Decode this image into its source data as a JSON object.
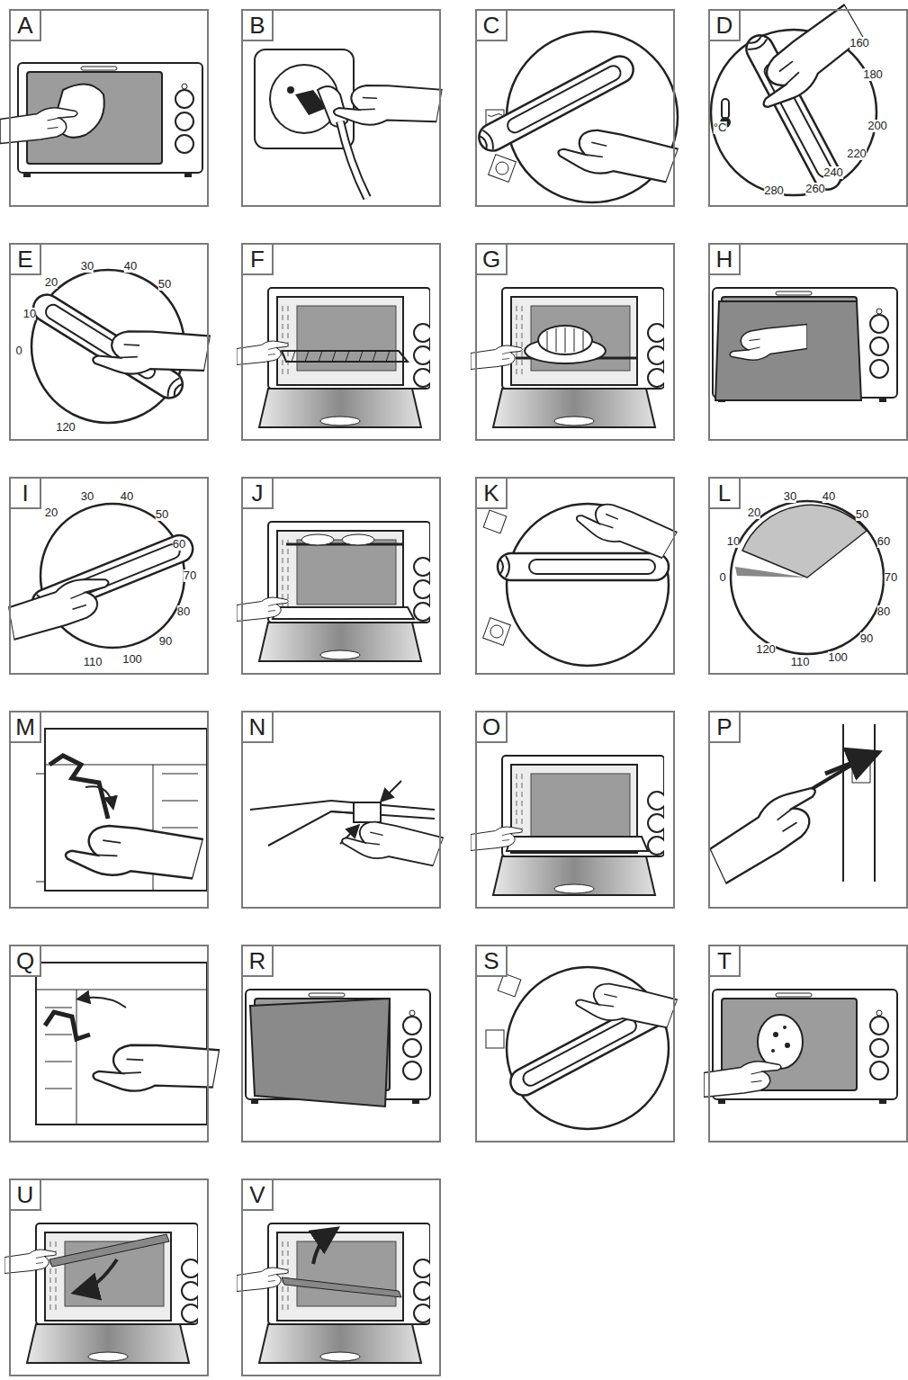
{
  "diagram": {
    "nodes": [
      {
        "text": [
          "A"
        ]
      },
      {
        "text": [
          "B"
        ]
      },
      {
        "text": [
          "C"
        ]
      },
      {
        "text": [
          "D"
        ]
      },
      {
        "text": [
          "E"
        ]
      },
      {
        "text": [
          "F"
        ]
      },
      {
        "text": [
          "G"
        ]
      },
      {
        "text": [
          "H"
        ]
      },
      {
        "text": [
          "I"
        ]
      },
      {
        "text": [
          "J"
        ]
      },
      {
        "text": [
          "K"
        ]
      },
      {
        "text": [
          "L"
        ]
      },
      {
        "text": [
          "M"
        ]
      },
      {
        "text": [
          "N"
        ]
      },
      {
        "text": [
          "O"
        ]
      },
      {
        "text": [
          "P"
        ]
      },
      {
        "text": [
          "Q"
        ]
      },
      {
        "text": [
          "R"
        ]
      },
      {
        "text": [
          "S"
        ]
      },
      {
        "text": [
          "T"
        ]
      },
      {
        "text": [
          "U"
        ]
      },
      {
        "text": [
          "V"
        ]
      }
    ],
    "labels": [
      "160",
      "180",
      "200",
      "220",
      "240",
      "260",
      "280",
      "°C",
      "30",
      "40",
      "50",
      "20",
      "10",
      "0",
      "120",
      "20",
      "30",
      "40",
      "50",
      "60",
      "70",
      "80",
      "90",
      "100",
      "110",
      "0",
      "10",
      "20",
      "30",
      "40",
      "50",
      "60",
      "70",
      "80",
      "90",
      "100",
      "110",
      "120"
    ]
  }
}
